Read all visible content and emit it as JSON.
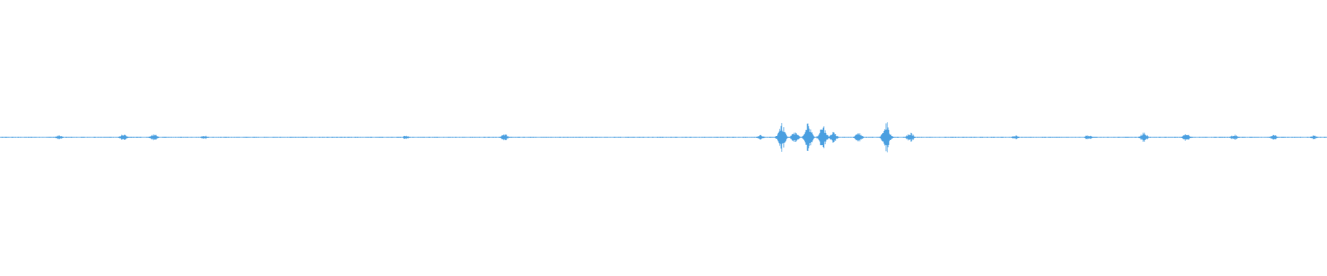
{
  "waveform": {
    "color": "#4a9fe0",
    "background": "#ffffff",
    "baseline_amplitude": 0.012,
    "bursts": [
      {
        "position": 0.045,
        "amplitude": 0.05
      },
      {
        "position": 0.093,
        "amplitude": 0.07
      },
      {
        "position": 0.116,
        "amplitude": 0.07
      },
      {
        "position": 0.154,
        "amplitude": 0.04
      },
      {
        "position": 0.306,
        "amplitude": 0.04
      },
      {
        "position": 0.38,
        "amplitude": 0.08
      },
      {
        "position": 0.573,
        "amplitude": 0.05
      },
      {
        "position": 0.589,
        "amplitude": 0.3
      },
      {
        "position": 0.599,
        "amplitude": 0.12
      },
      {
        "position": 0.609,
        "amplitude": 0.33
      },
      {
        "position": 0.62,
        "amplitude": 0.28
      },
      {
        "position": 0.628,
        "amplitude": 0.12
      },
      {
        "position": 0.647,
        "amplitude": 0.1
      },
      {
        "position": 0.668,
        "amplitude": 0.35
      },
      {
        "position": 0.686,
        "amplitude": 0.1
      },
      {
        "position": 0.765,
        "amplitude": 0.04
      },
      {
        "position": 0.82,
        "amplitude": 0.05
      },
      {
        "position": 0.862,
        "amplitude": 0.1
      },
      {
        "position": 0.894,
        "amplitude": 0.08
      },
      {
        "position": 0.93,
        "amplitude": 0.06
      },
      {
        "position": 0.96,
        "amplitude": 0.05
      },
      {
        "position": 0.99,
        "amplitude": 0.04
      }
    ]
  }
}
